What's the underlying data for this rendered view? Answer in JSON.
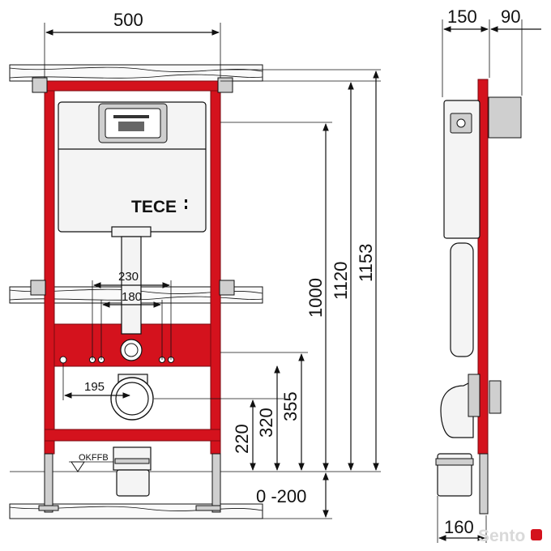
{
  "brand": {
    "logo_text": "TECE"
  },
  "labels": {
    "floor_level": "OKFFB"
  },
  "dimensions": {
    "frame_width": "500",
    "side_depth_1": "150",
    "side_depth_2": "90",
    "height_1000": "1000",
    "height_1120": "1120",
    "height_1153": "1153",
    "height_355": "355",
    "height_320": "320",
    "height_220": "220",
    "leg_adjust": "0 -200",
    "fixing_230": "230",
    "fixing_180": "180",
    "offset_195": "195",
    "side_bottom_160": "160"
  },
  "watermark": {
    "text": "Sento"
  },
  "colors": {
    "frame": "#d4121d",
    "line": "#111111"
  }
}
